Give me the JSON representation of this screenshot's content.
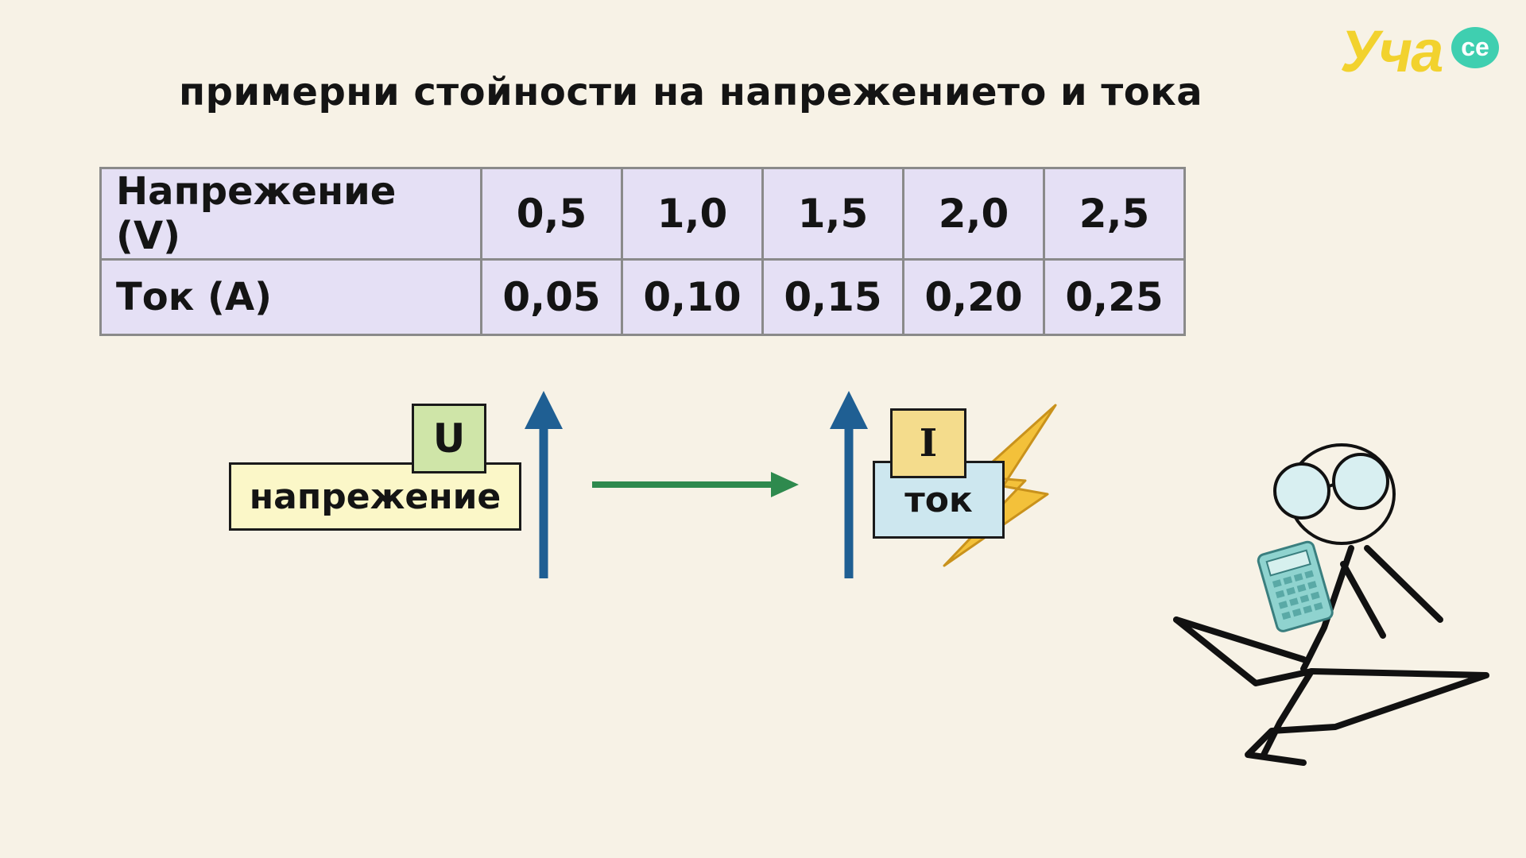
{
  "title": "примерни стойности на напрежението и тока",
  "logo": {
    "text": "Уча",
    "badge": "се",
    "color": "#f2d22e",
    "badge_color": "#3fcfb0"
  },
  "table": {
    "rows": [
      {
        "label": "Напрежение (V)",
        "values": [
          "0,5",
          "1,0",
          "1,5",
          "2,0",
          "2,5"
        ]
      },
      {
        "label": "Ток (A)",
        "values": [
          "0,05",
          "0,10",
          "0,15",
          "0,20",
          "0,25"
        ]
      }
    ],
    "background": "#e5e0f5"
  },
  "voltage_label": {
    "symbol": "U",
    "word": "напрежение"
  },
  "current_label": {
    "symbol": "I",
    "word": "ток"
  },
  "colors": {
    "up_arrow": "#1f5f93",
    "right_arrow": "#2e8a4e",
    "lightning": "#f3c13a"
  },
  "icons": [
    "up-arrow-icon",
    "right-arrow-icon",
    "lightning-icon",
    "calculator-icon",
    "stick-figure-icon"
  ]
}
